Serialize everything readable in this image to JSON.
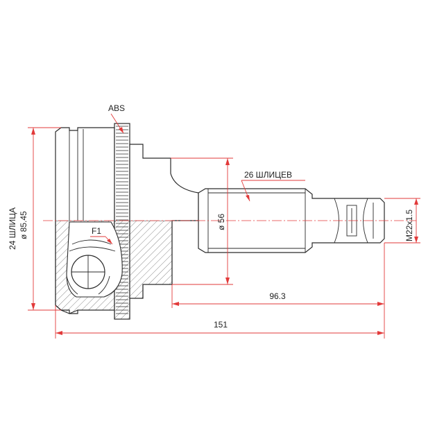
{
  "labels": {
    "abs": "ABS",
    "splines_26": "26 ШЛИЦЕВ",
    "f1": "F1",
    "dia_56": "ø 56",
    "len_96": "96.3",
    "len_151": "151",
    "thread": "M22x1.5",
    "splines_24": "24 ШЛИЦА",
    "dia_85": "ø 85.45"
  },
  "colors": {
    "dimension": "#e23a3a",
    "outline": "#2a2a2a"
  }
}
